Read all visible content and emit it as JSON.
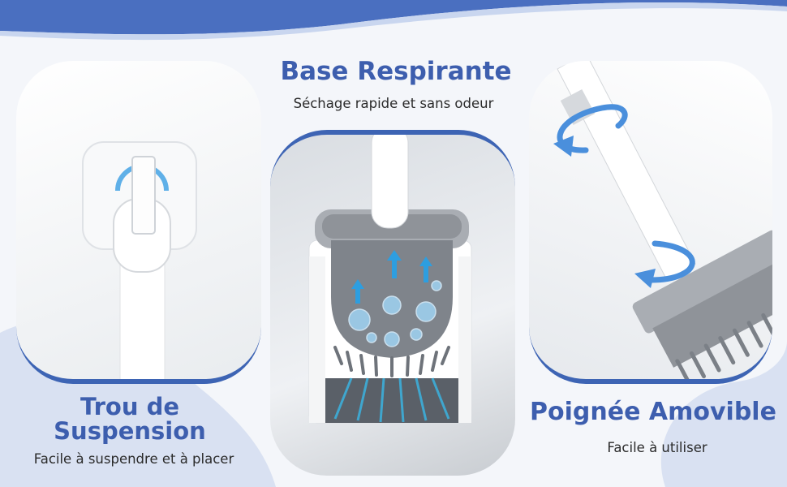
{
  "colors": {
    "accent": "#3d5eae",
    "text": "#2b2b2b",
    "background": "#f4f6fa",
    "brush_gray": "#8f9399"
  },
  "features": {
    "center": {
      "title": "Base Respirante",
      "subtitle": "Séchage rapide et sans odeur"
    },
    "left": {
      "title": "Trou de Suspension",
      "subtitle": "Facile à suspendre et à placer"
    },
    "right": {
      "title": "Poignée Amovible",
      "subtitle": "Facile à utiliser"
    }
  },
  "icons": [
    "hook-photo",
    "airflow-arrow-icon",
    "bubble-icon",
    "rotate-arrow-icon"
  ]
}
